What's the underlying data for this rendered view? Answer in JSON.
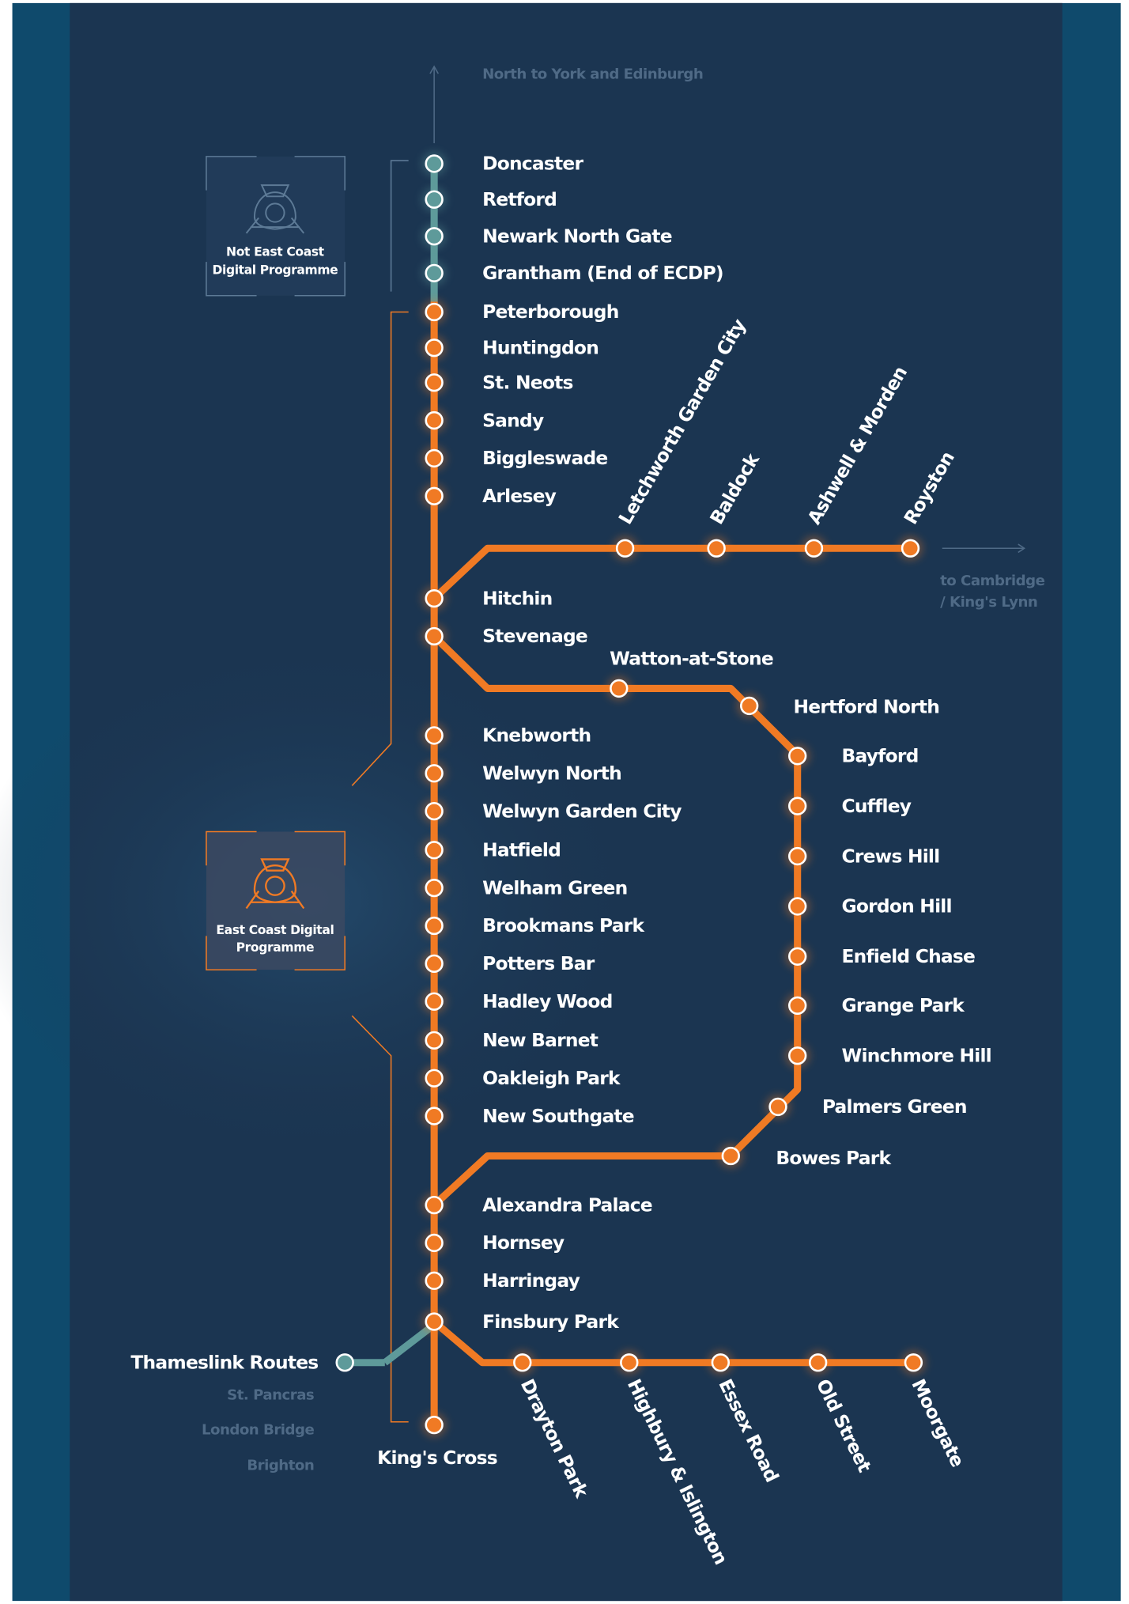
{
  "colors": {
    "ecdp": "#f07a24",
    "non_ecdp": "#5e9a9a",
    "panel": "#1b3551",
    "outer": "#0f4a6c"
  },
  "north_note": "North to York and Edinburgh",
  "legend": {
    "not_ecdp": "Not East Coast Digital Programme",
    "not_ecdp_lines": [
      "Not East Coast",
      "Digital Programme"
    ],
    "ecdp": "East Coast Digital Programme",
    "ecdp_lines": [
      "East Coast Digital",
      "Programme"
    ]
  },
  "main_line_non_ecdp": [
    "Doncaster",
    "Retford",
    "Newark North Gate",
    "Grantham (End of ECDP)"
  ],
  "main_line": [
    "Peterborough",
    "Huntingdon",
    "St. Neots",
    "Sandy",
    "Biggleswade",
    "Arlesey",
    "Hitchin",
    "Stevenage",
    "Knebworth",
    "Welwyn North",
    "Welwyn Garden City",
    "Hatfield",
    "Welham Green",
    "Brookmans Park",
    "Potters Bar",
    "Hadley Wood",
    "New Barnet",
    "Oakleigh Park",
    "New Southgate",
    "Alexandra Palace",
    "Hornsey",
    "Harringay",
    "Finsbury Park",
    "King's Cross"
  ],
  "cambridge_branch": [
    "Letchworth Garden City",
    "Baldock",
    "Ashwell & Morden",
    "Royston"
  ],
  "cambridge_note": [
    "to Cambridge",
    "/  King's Lynn"
  ],
  "hertford_loop": [
    "Watton-at-Stone",
    "Hertford North",
    "Bayford",
    "Cuffley",
    "Crews Hill",
    "Gordon Hill",
    "Enfield Chase",
    "Grange Park",
    "Winchmore Hill",
    "Palmers Green",
    "Bowes Park"
  ],
  "moorgate_branch": [
    "Drayton Park",
    "Highbury & Islington",
    "Essex Road",
    "Old Street",
    "Moorgate"
  ],
  "thameslink": {
    "label": "Thameslink Routes",
    "destinations": [
      "St. Pancras",
      "London Bridge",
      "Brighton"
    ]
  }
}
